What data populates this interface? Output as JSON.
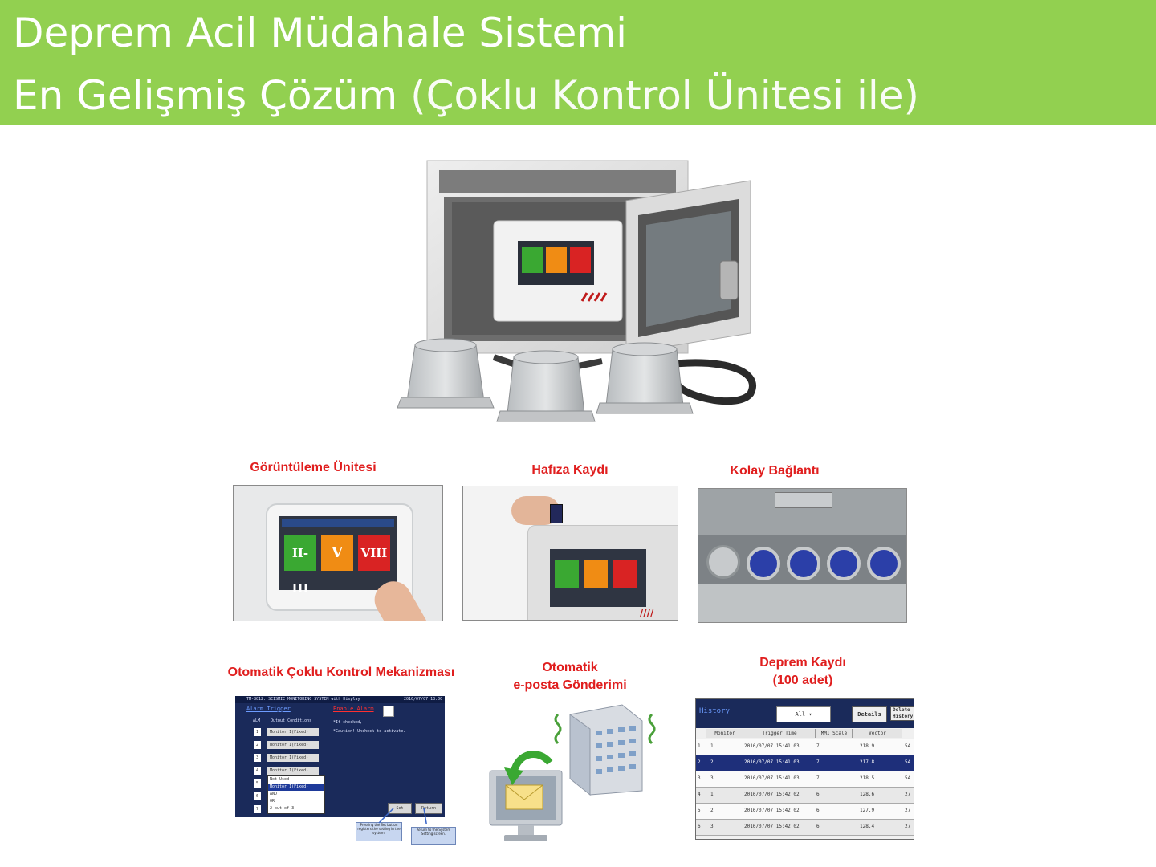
{
  "header": {
    "line1": "Deprem Acil Müdahale Sistemi",
    "line2_main": "En Gelişmiş Çözüm",
    "line2_sub": "(Çoklu Kontrol Ünitesi ile)"
  },
  "captions": {
    "display_unit": "Görüntüleme Ünitesi",
    "memory": "Hafıza Kaydı",
    "connection": "Kolay Bağlantı",
    "control": "Otomatik Çoklu Kontrol Mekanizması",
    "email_line1": "Otomatik",
    "email_line2": "e-posta Gönderimi",
    "record_line1": "Deprem Kaydı",
    "record_line2": "(100 adet)"
  },
  "panel_levels": [
    "II-III",
    "V",
    "VIII"
  ],
  "alarm_screen": {
    "topbar": "TM-8012. SEISMIC MONITORING SYSTEM with Display",
    "date": "2016/07/07 13:00",
    "title": "Alarm Trigger",
    "red_label": "Enable Alarm",
    "col_alm": "ALM",
    "col_output": "Output Conditions",
    "note1": "*If checked,",
    "note2": "*Caution! Uncheck to activate.",
    "rows": [
      "1",
      "2",
      "3",
      "4",
      "5",
      "6",
      "7"
    ],
    "select_value": "Monitor 1(Fixed)",
    "options": [
      "Not Used",
      "Monitor 1(Fixed)",
      "AND",
      "OR",
      "2 out of 3"
    ],
    "set_btn": "Set",
    "return_btn": "Return",
    "callout1": "Pressing the Set button registers the setting in the system.",
    "callout2": "Return to the System Setting screen."
  },
  "history_screen": {
    "title": "History",
    "filter": "All",
    "details_btn": "Details",
    "delete_btn": "Delete History",
    "columns": [
      "Monitor",
      "Trigger Time",
      "MMI Scale",
      "Vector"
    ],
    "rows": [
      {
        "idx": "1",
        "monitor": "1",
        "time": "2016/07/07 15:41:03",
        "mmi": "7",
        "vector": "218.9",
        "extra": "54"
      },
      {
        "idx": "2",
        "monitor": "2",
        "time": "2016/07/07 15:41:03",
        "mmi": "7",
        "vector": "217.8",
        "extra": "54"
      },
      {
        "idx": "3",
        "monitor": "3",
        "time": "2016/07/07 15:41:03",
        "mmi": "7",
        "vector": "218.5",
        "extra": "54"
      },
      {
        "idx": "4",
        "monitor": "1",
        "time": "2016/07/07 15:42:02",
        "mmi": "6",
        "vector": "128.6",
        "extra": "27"
      },
      {
        "idx": "5",
        "monitor": "2",
        "time": "2016/07/07 15:42:02",
        "mmi": "6",
        "vector": "127.9",
        "extra": "27"
      },
      {
        "idx": "6",
        "monitor": "3",
        "time": "2016/07/07 15:42:02",
        "mmi": "6",
        "vector": "128.4",
        "extra": "27"
      }
    ]
  },
  "colors": {
    "header_green": "#92d050",
    "caption_red": "#e01e1e",
    "level_green": "#3aa832",
    "level_orange": "#f08c14",
    "level_red": "#d92323",
    "screen_navy": "#1a2a5a"
  }
}
